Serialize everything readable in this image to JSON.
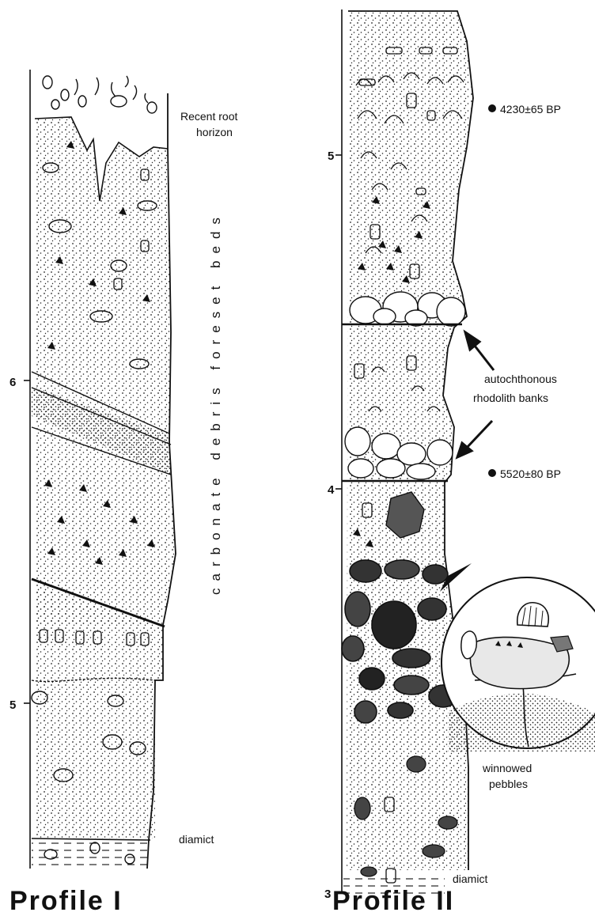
{
  "profile_1": {
    "title": "Profile I",
    "scale_ticks": [
      "6",
      "5"
    ],
    "annotations": {
      "root_horizon_line1": "Recent root",
      "root_horizon_line2": "horizon",
      "foreset_beds": "carbonate debris foreset beds",
      "diamict": "diamict"
    }
  },
  "profile_2": {
    "title": "Profile II",
    "scale_ticks": [
      "5",
      "4",
      "3"
    ],
    "annotations": {
      "date_upper": "4230±65 BP",
      "date_lower": "5520±80 BP",
      "rhodolith_line1": "autochthonous",
      "rhodolith_line2": "rhodolith banks",
      "pebbles_line1": "winnowed",
      "pebbles_line2": "pebbles",
      "diamict": "diamict"
    }
  }
}
